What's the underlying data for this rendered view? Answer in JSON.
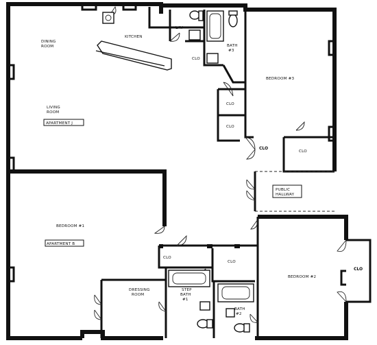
{
  "rooms": {
    "dining": [
      "DINING",
      "ROOM"
    ],
    "kitchen": "KITCHEN",
    "lav": "LAV",
    "bath_top": [
      "BATH",
      "#3"
    ],
    "living": [
      "LIVING",
      "ROOM"
    ],
    "apartment_j": "APARTMENT J",
    "bedroom_3": "BEDROOM #3",
    "bedroom_1": "BEDROOM #1",
    "apartment_b": "APARTMENT B",
    "bedroom_2": "BEDROOM #2",
    "dressing": [
      "DRESSING",
      "ROOM"
    ],
    "step_bath": [
      "STEP",
      "BATH",
      "#1"
    ],
    "bath_2": [
      "BATH",
      "#2"
    ],
    "public_hallway": [
      "PUBLIC",
      "HALLWAY"
    ]
  },
  "closets": {
    "kitchen": "CLO",
    "b3_upper": "CLO",
    "b3_lower": "CLO",
    "corridor": "CLO",
    "b3_corner": "CLO",
    "lower_hall": "CLO",
    "center": "CLO",
    "b2_bay": "CLO"
  }
}
